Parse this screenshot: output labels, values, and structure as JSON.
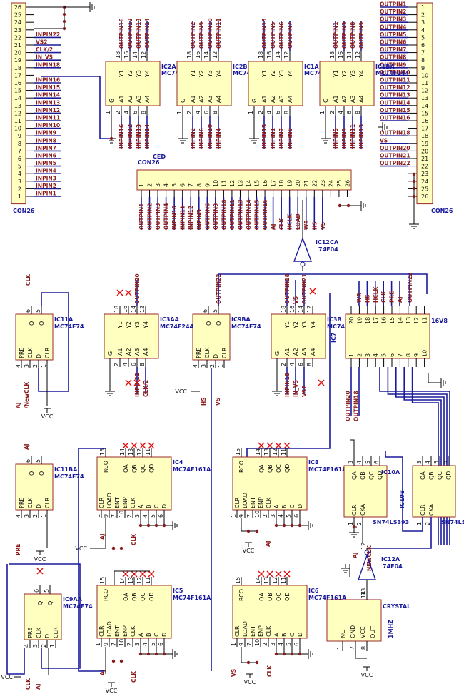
{
  "connectors": {
    "left": {
      "name": "CON26",
      "pins": [
        "26",
        "25",
        "24",
        "23",
        "22",
        "21",
        "20",
        "19",
        "18",
        "17",
        "16",
        "15",
        "14",
        "13",
        "12",
        "11",
        "10",
        "9",
        "8",
        "7",
        "6",
        "5",
        "4",
        "3",
        "2",
        "1"
      ],
      "nets": [
        "",
        "",
        "",
        "",
        "INPIN22",
        "VS2",
        "CLK/2",
        "IN_VS",
        "INPIN18",
        "",
        "INPIN16",
        "INPIN15",
        "INPIN14",
        "INPIN13",
        "INPIN12",
        "INPIN11",
        "INPIN10",
        "INPIN9",
        "INPIN8",
        "INPIN7",
        "INPIN6",
        "INPIN5",
        "INPIN4",
        "INPIN3",
        "INPIN2",
        "INPIN1"
      ]
    },
    "right": {
      "name": "CON26",
      "pins": [
        "1",
        "2",
        "3",
        "4",
        "5",
        "6",
        "7",
        "8",
        "9",
        "10",
        "11",
        "12",
        "13",
        "14",
        "15",
        "16",
        "17",
        "18",
        "19",
        "20",
        "21",
        "22",
        "23",
        "24",
        "25",
        "26"
      ],
      "nets": [
        "OUTPIN1",
        "OUTPIN2",
        "OUTPIN3",
        "OUTPIN4",
        "OUTPIN5",
        "OUTPIN6",
        "OUTPIN7",
        "OUTPIN8",
        "OUTPIN9",
        "OUTPIN10",
        "OUTPIN11",
        "OUTPIN12",
        "OUTPIN13",
        "OUTPIN14",
        "OUTPIN15",
        "OUTPIN16",
        "",
        "OUTPIN18",
        "VS",
        "OUTPIN20",
        "OUTPIN21",
        "OUTPIN22",
        "",
        "",
        "",
        ""
      ]
    },
    "middle": {
      "name": "CON26",
      "pins": [
        "1",
        "2",
        "3",
        "4",
        "5",
        "6",
        "7",
        "8",
        "9",
        "10",
        "11",
        "12",
        "13",
        "14",
        "15",
        "16",
        "17",
        "18",
        "19",
        "20",
        "21",
        "22",
        "23",
        "24",
        "25",
        "26"
      ],
      "nets": [
        "OUTPIN1",
        "OUTPIN2",
        "OUTPIN3",
        "OUTPIN4",
        "INPIN10",
        "INPIN11",
        "INPIN12",
        "INPIN5",
        "OUTPIN6",
        "OUTPIN9",
        "OUTPIN10",
        "OUTPIN11",
        "OUTPIN13",
        "OUTPIN14",
        "OUTPIN15",
        "OUTPIN16",
        "AJ",
        "CLK",
        "HCLK",
        "LOAD",
        "WR",
        "HS",
        "VS",
        "",
        "",
        ""
      ],
      "stray": "CED"
    }
  },
  "buffers": [
    {
      "ref": "IC2A",
      "part": "MC74",
      "outs": [
        "OUTPIN16",
        "OUTPIN12",
        "OUTPIN13",
        "OUTPIN14"
      ],
      "ins": [
        "INPIN16",
        "INPIN12",
        "INPIN13",
        "INPIN14"
      ]
    },
    {
      "ref": "IC2B",
      "part": "MC74",
      "outs": [
        "OUTPIN2",
        "OUTPIN9",
        "OUTPIN10",
        "OUTPIN11"
      ],
      "ins": [
        "INPIN2",
        "INPIN6",
        "INPIN10",
        "INPIN4"
      ]
    },
    {
      "ref": "IC1A",
      "part": "MC74",
      "outs": [
        "OUTPIN15",
        "OUTPIN5",
        "OUTPIN6",
        "OUTPIN7"
      ],
      "ins": [
        "INPIN15",
        "INPIN1",
        "INPIN7",
        "INPIN8"
      ]
    },
    {
      "ref": "IC1BA",
      "part": "MC74F244",
      "outs": [
        "OUTPIN1",
        "OUTPIN3",
        "OUTPIN8",
        "OUTPIN9"
      ],
      "ins": [
        "INPIN5",
        "INPIN9",
        "INPIN11",
        "INPIN13"
      ]
    }
  ],
  "chip_pins": {
    "buf_top": [
      "18",
      "16",
      "14",
      "12"
    ],
    "buf_bot": [
      "2",
      "4",
      "6",
      "8"
    ],
    "buf_left": [
      "1"
    ],
    "buf_names_top": [
      "Y1",
      "Y2",
      "Y3",
      "Y4"
    ],
    "buf_names_bot": [
      "A1",
      "A2",
      "A3",
      "A4"
    ],
    "g_name": "G",
    "ff_top": [
      "6",
      "5"
    ],
    "ff_top_names": [
      "Q",
      "Q"
    ],
    "ff_bot": [
      "4",
      "3",
      "2",
      "1"
    ],
    "ff_bot_names": [
      "PRE",
      "CLK",
      "D",
      "CLR"
    ],
    "cnt_top": [
      "15",
      "14",
      "13",
      "12",
      "11"
    ],
    "cnt_top_names": [
      "RCO",
      "QA",
      "QB",
      "QC",
      "QD"
    ],
    "cnt_bot": [
      "1",
      "9",
      "7",
      "10",
      "2",
      "3",
      "4",
      "5",
      "6"
    ],
    "cnt_bot_names": [
      "CLR",
      "LOAD",
      "ENT",
      "ENP",
      "CLK",
      "A",
      "B",
      "C",
      "D"
    ],
    "ls_top": [
      "3",
      "4",
      "5",
      "6"
    ],
    "ls_top_names": [
      "QA",
      "QB",
      "QC",
      "QD"
    ],
    "ls_bot": [
      "1",
      "2"
    ],
    "ls_bot_names": [
      "CLR",
      "CKA"
    ],
    "pal_top": [
      "20",
      "19",
      "18",
      "17",
      "16",
      "15",
      "14",
      "13",
      "12",
      "11"
    ],
    "pal_bot": [
      "1",
      "2",
      "3",
      "4",
      "5",
      "6",
      "7",
      "8",
      "9",
      "10"
    ],
    "osc_top": [
      "14"
    ],
    "osc_bot": [
      "1",
      "7",
      "8"
    ],
    "osc_names": [
      "NC",
      "GND",
      "VCC",
      "OUT"
    ]
  },
  "inverter": {
    "ref": "IC12CA",
    "part": "74F04"
  },
  "inverter2": {
    "ref": "IC12A",
    "part": "74F04",
    "in_pin": "13",
    "out_pin": "12"
  },
  "ics": {
    "ic11a": {
      "ref": "IC11A",
      "part": "MC74F74"
    },
    "ic3aa": {
      "ref": "IC3AA",
      "part": "MC74F244",
      "outs": [
        "OUTPIN20"
      ],
      "ins": [
        "INPIN22",
        "CLK/2"
      ]
    },
    "ic9ba": {
      "ref": "IC9BA",
      "part": "MC74F74"
    },
    "ic3b": {
      "ref": "IC3B",
      "part": "MC74F244",
      "outs": [
        "OUTPIN18",
        "VS",
        "OUTPIN21"
      ],
      "ins": [
        "INPIN18",
        "IN_VS",
        "VS2"
      ]
    },
    "ic7": {
      "ref": "IC7",
      "part": "16V8",
      "top_nets": [
        "WR",
        "HS",
        "HCLK",
        "CLK",
        "PRE",
        "AJ"
      ],
      "top_net_out": "OUTPIN22",
      "bot_nets": [
        "OUTPIN20",
        "OUTPIN18"
      ]
    },
    "ic11ba": {
      "ref": "IC11BA",
      "part": "MC74F74"
    },
    "ic4": {
      "ref": "IC4",
      "part": "MC74F161A"
    },
    "ic8": {
      "ref": "IC8",
      "part": "MC74F161A"
    },
    "ic10a": {
      "ref": "IC10A",
      "part": "SN74LS393"
    },
    "ic10b": {
      "ref": "IC10B",
      "part": "SN74LS393"
    },
    "ic9aa": {
      "ref": "IC9AA",
      "part": "MC74F74"
    },
    "ic5": {
      "ref": "IC5",
      "part": "MC74F161A"
    },
    "ic6": {
      "ref": "IC6",
      "part": "MC74F161A"
    },
    "crystal": {
      "ref": "CRYSTAL",
      "part": "1MHZ"
    }
  },
  "labels": {
    "clk": "CLK",
    "aj": "AJ",
    "newclk": "/NewCLK",
    "newclk2": "NEWCLK",
    "vcc": "VCC",
    "hs": "HS",
    "vs": "VS",
    "pre": "PRE"
  },
  "colors": {
    "chip_fill": "#ffffc0",
    "chip_border": "#9a2a2a",
    "net_label": "#8b1a1a",
    "bus": "#1a1a9c",
    "no_connect": "#e01010"
  }
}
